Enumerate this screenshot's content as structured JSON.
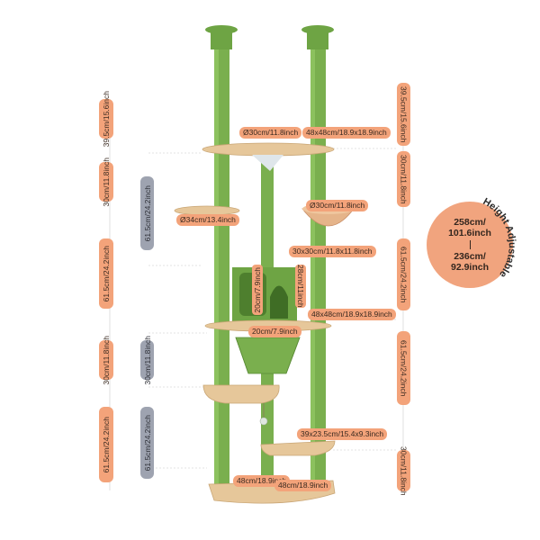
{
  "labels": {
    "top_right_gap": "39.5cm/15.6inch",
    "left_top_gap": "39.5cm/15.6inch",
    "top_platform": "Ø30cm/11.8inch",
    "top_platform_size": "48x48cm/18.9x18.9inch",
    "left_30_a": "30cm/11.8inch",
    "right_30_a": "30cm/11.8inch",
    "gray_61_a": "61.5cm/24.2inch",
    "small_perch": "Ø34cm/13.4inch",
    "basket": "Ø30cm/11.8inch",
    "left_61_a": "61.5cm/24.2inch",
    "right_61_a": "61.5cm/24.2inch",
    "condo_size": "30x30cm/11.8x11.8inch",
    "condo_height": "20cm/7.9inch",
    "condo_door": "28cm/11inch",
    "mid_platform": "48x48cm/18.9x18.9inch",
    "hammock": "20cm/7.9inch",
    "left_30_b": "30cm/11.8inch",
    "gray_30_b": "30cm/11.8inch",
    "right_61_b": "61.5cm/24.2inch",
    "left_61_b": "61.5cm/24.2inch",
    "gray_61_b": "61.5cm/24.2inch",
    "step": "39x23.5cm/15.4x9.3inch",
    "right_30_b": "30cm/11.8inch",
    "base_a": "48cm/18.9inch",
    "base_b": "48cm/18.9inch"
  },
  "height_badge": {
    "max": "258cm/",
    "max_in": "101.6inch",
    "min": "236cm/",
    "min_in": "92.9inch",
    "arc_text": "Height Adjustable"
  },
  "colors": {
    "post_green": "#7aaf4e",
    "cap_green": "#6ea444",
    "wood": "#e6c79a",
    "label_orange": "#f3a37a",
    "label_gray": "#9ea3b0"
  }
}
